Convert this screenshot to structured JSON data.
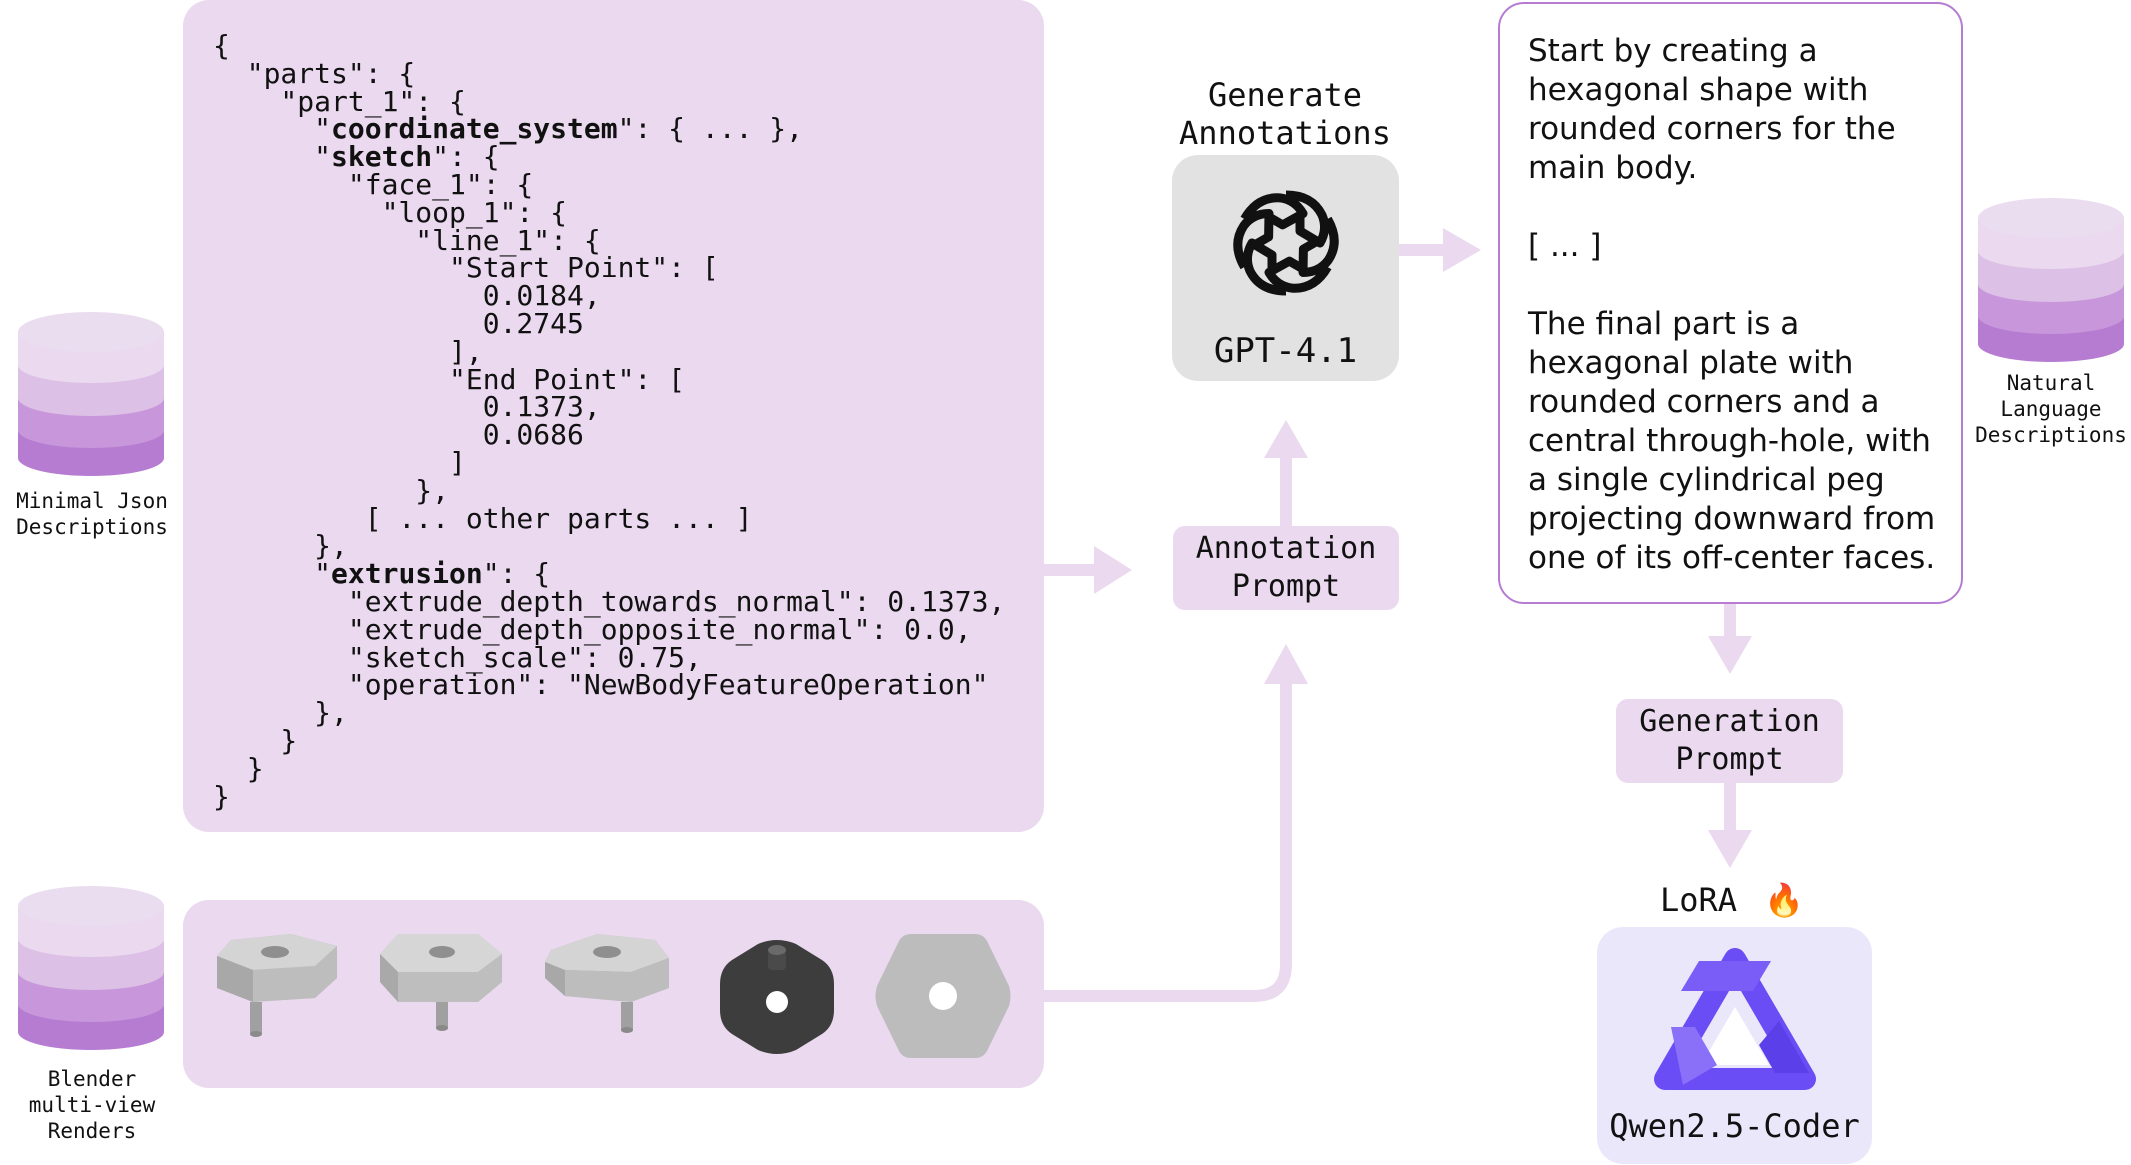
{
  "databases": {
    "json_descriptions": "Minimal Json\nDescriptions",
    "blender_renders": "Blender\nmulti-view\nRenders",
    "natural_language": "Natural\nLanguage\nDescriptions"
  },
  "json_code": {
    "lines": [
      "{",
      "  \"parts\": {",
      "    \"part_1\": {",
      "      \"coordinate_system\": { ... },",
      "      \"sketch\": {",
      "        \"face_1\": {",
      "          \"loop_1\": {",
      "            \"line_1\": {",
      "              \"Start Point\": [",
      "                0.0184,",
      "                0.2745",
      "              ],",
      "              \"End Point\": [",
      "                0.1373,",
      "                0.0686",
      "              ]",
      "            },",
      "         [ ... other parts ... ]",
      "      },",
      "      \"extrusion\": {",
      "        \"extrude_depth_towards_normal\": 0.1373,",
      "        \"extrude_depth_opposite_normal\": 0.0,",
      "        \"sketch_scale\": 0.75,",
      "        \"operation\": \"NewBodyFeatureOperation\"",
      "      },",
      "    }",
      "  }",
      "}"
    ],
    "bold_keys": [
      "coordinate_system",
      "sketch",
      "extrusion"
    ]
  },
  "gpt": {
    "heading": "Generate\nAnnotations",
    "label": "GPT-4.1",
    "icon": "openai-logo-icon"
  },
  "annotation_prompt": "Annotation\nPrompt",
  "generation_prompt": "Generation\nPrompt",
  "description_text": [
    "Start by creating a\nhexagonal shape with\nrounded corners for the\nmain body.",
    "[ ... ]",
    "The final part is a\nhexagonal plate with\nrounded corners and a\ncentral through-hole, with\na single cylindrical peg\nprojecting downward from\none of its off-center faces."
  ],
  "lora": {
    "label": "LoRA",
    "icon": "fire-emoji",
    "glyph": "🔥"
  },
  "qwen": {
    "label": "Qwen2.5-Coder",
    "icon": "qwen-logo-icon"
  },
  "renders": [
    "render-iso-1",
    "render-iso-2",
    "render-iso-3",
    "render-top-dark",
    "render-bottom-light"
  ],
  "colors": {
    "panel": "#ead9ef",
    "arrow": "#ead9ef",
    "border": "#b57cd1",
    "db_top": "#ebddf0",
    "db_mid": "#cfa9de",
    "db_bottom": "#b57cd1",
    "qwen_bg": "#ebe7fb",
    "qwen_logo": "#6a4df4",
    "gpt_bg": "#e2e2e2"
  }
}
